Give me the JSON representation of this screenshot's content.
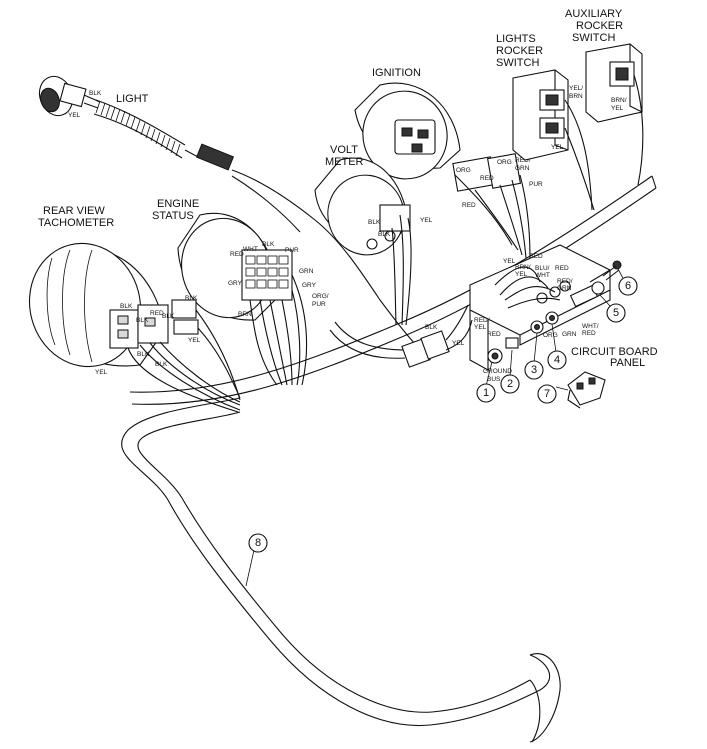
{
  "components": {
    "light": "LIGHT",
    "ignition": "IGNITION",
    "lights_rocker": [
      "LIGHTS",
      "ROCKER",
      "SWITCH"
    ],
    "aux_rocker": [
      "AUXILIARY",
      "ROCKER",
      "SWITCH"
    ],
    "volt_meter": [
      "VOLT",
      "METER"
    ],
    "engine_status": [
      "ENGINE",
      "STATUS"
    ],
    "tachometer": [
      "REAR VIEW",
      "TACHOMETER"
    ],
    "circuit_board": [
      "CIRCUIT BOARD",
      "PANEL"
    ],
    "ground_bus": [
      "GROUND",
      "BUS"
    ]
  },
  "wire_labels": {
    "light_blk": "BLK",
    "light_yel": "YEL",
    "aux_brn_yel": [
      "BRN/",
      "YEL"
    ],
    "lr_yel_brn": [
      "YEL/",
      "BRN"
    ],
    "lr_yel": "YEL",
    "ign_orn": "ORG",
    "ign_red": "RED",
    "ign_red2": "RED",
    "ign_org": "ORG",
    "ign_red_grn": [
      "RED/",
      "GRN"
    ],
    "ign_pur": "PUR",
    "vm_blk": "BLK",
    "vm_blk2": "BLK",
    "vm_yel": "YEL",
    "es_blk": "BLK",
    "es_red": "RED",
    "es_wht": "WHT",
    "es_pur": "PUR",
    "es_grn": "GRN",
    "es_gry": "GRY",
    "es_gry2": "GRY",
    "es_org_pur": [
      "ORG/",
      "PUR"
    ],
    "es_brn": "BRN",
    "tach_blk1": "BLK",
    "tach_blk2": "BLK",
    "tach_red": "RED",
    "tach_blk3": "BLK",
    "tach_blk4": "BLK",
    "tach_blk5": "BLK",
    "tach_yel": "YEL",
    "tach_yel2": "YEL",
    "tach_blk6": "BLK",
    "con_blk": "BLK",
    "con_yel": "YEL",
    "cb_yel": "YEL",
    "cb_brn_yel": [
      "BRN/",
      "YEL"
    ],
    "cb_red": "RED",
    "cb_blu_wht": [
      "BLU/",
      "WHT"
    ],
    "cb_red2": "RED",
    "cb_red_grn": [
      "RED/",
      "GRN"
    ],
    "cb_red_yel": [
      "RED/",
      "YEL"
    ],
    "cb_red3": "RED",
    "cb_org": "ORG",
    "cb_grn": "GRN",
    "cb_wht_red": [
      "WHT/",
      "RED"
    ]
  },
  "callouts": [
    "1",
    "2",
    "3",
    "4",
    "5",
    "6",
    "7",
    "8"
  ]
}
